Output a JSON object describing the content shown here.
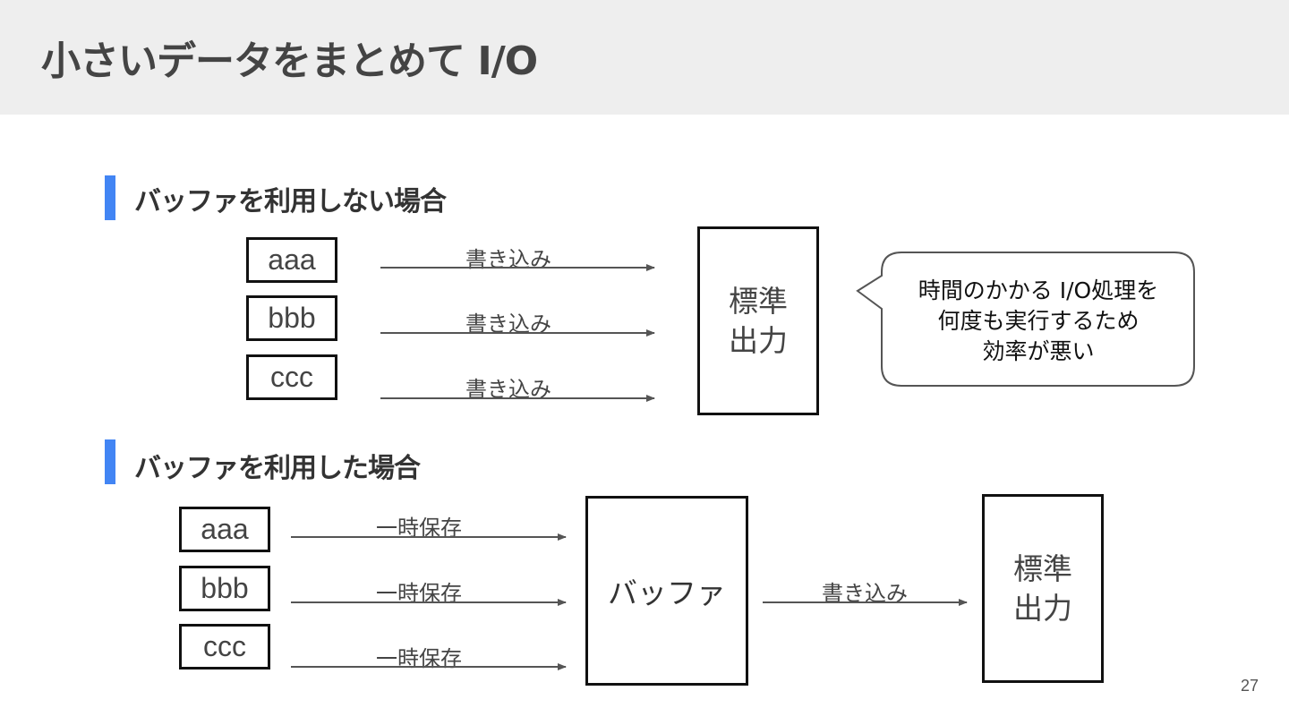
{
  "slide": {
    "title": "小さいデータをまとめて I/O",
    "page_number": "27"
  },
  "section1": {
    "title": "バッファを利用しない場合",
    "items": [
      "aaa",
      "bbb",
      "ccc"
    ],
    "arrow_labels": [
      "書き込み",
      "書き込み",
      "書き込み"
    ],
    "target": "標準出力",
    "callout": {
      "line1": "時間のかかる I/O処理を",
      "line2": "何度も実行するため",
      "line3": "効率が悪い"
    }
  },
  "section2": {
    "title": "バッファを利用した場合",
    "items": [
      "aaa",
      "bbb",
      "ccc"
    ],
    "arrow_labels": [
      "一時保存",
      "一時保存",
      "一時保存"
    ],
    "buffer": "バッファ",
    "write_label": "書き込み",
    "target": "標準出力"
  },
  "colors": {
    "accent": "#4285f4",
    "header_bg": "#eeeeee"
  }
}
